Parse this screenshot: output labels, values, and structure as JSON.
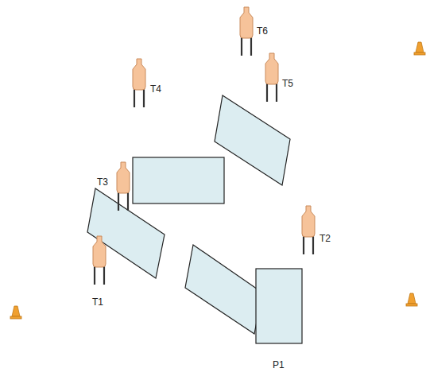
{
  "diagram": {
    "labels": [
      "T6",
      "T4",
      "T5",
      "T3",
      "T2",
      "T1",
      "P1"
    ]
  }
}
